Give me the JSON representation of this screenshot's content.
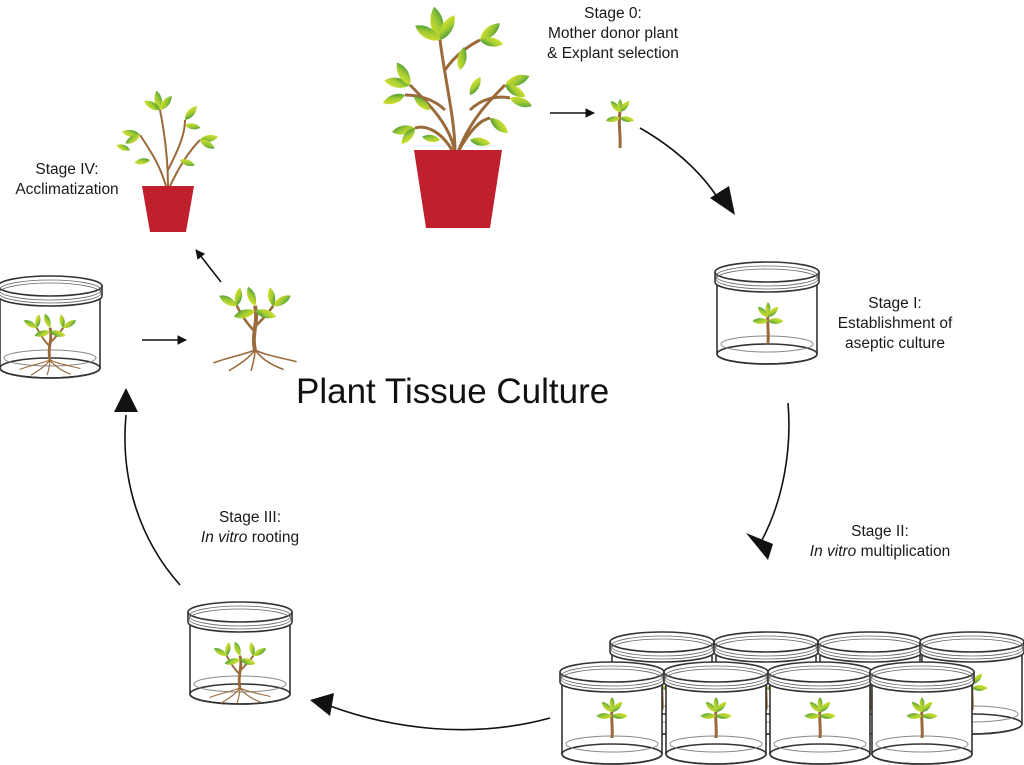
{
  "title": "Plant Tissue Culture",
  "stages": [
    {
      "id": "stage0",
      "line1": "Stage 0:",
      "line2": "Mother donor plant",
      "line3": "& Explant selection"
    },
    {
      "id": "stage1",
      "line1": "Stage I:",
      "line2": "Establishment of",
      "line3": "aseptic culture"
    },
    {
      "id": "stage2",
      "line1": "Stage II:",
      "line2_italic": "In vitro",
      "line2_rest": " multiplication"
    },
    {
      "id": "stage3",
      "line1": "Stage III:",
      "line2_italic": "In vitro",
      "line2_rest": " rooting"
    },
    {
      "id": "stage4",
      "line1": "Stage IV:",
      "line2": "Acclimatization"
    }
  ],
  "colors": {
    "pot": "#c01f2e",
    "leaf_dark": "#2e8b3a",
    "leaf_light": "#d8e12a",
    "stem": "#9a6a3a",
    "glass": "#444444"
  },
  "icons": [
    "potted-plant-icon",
    "explant-icon",
    "culture-jar-icon",
    "small-potted-plant-icon",
    "rooted-plantlet-icon",
    "cycle-arrow-icon"
  ]
}
